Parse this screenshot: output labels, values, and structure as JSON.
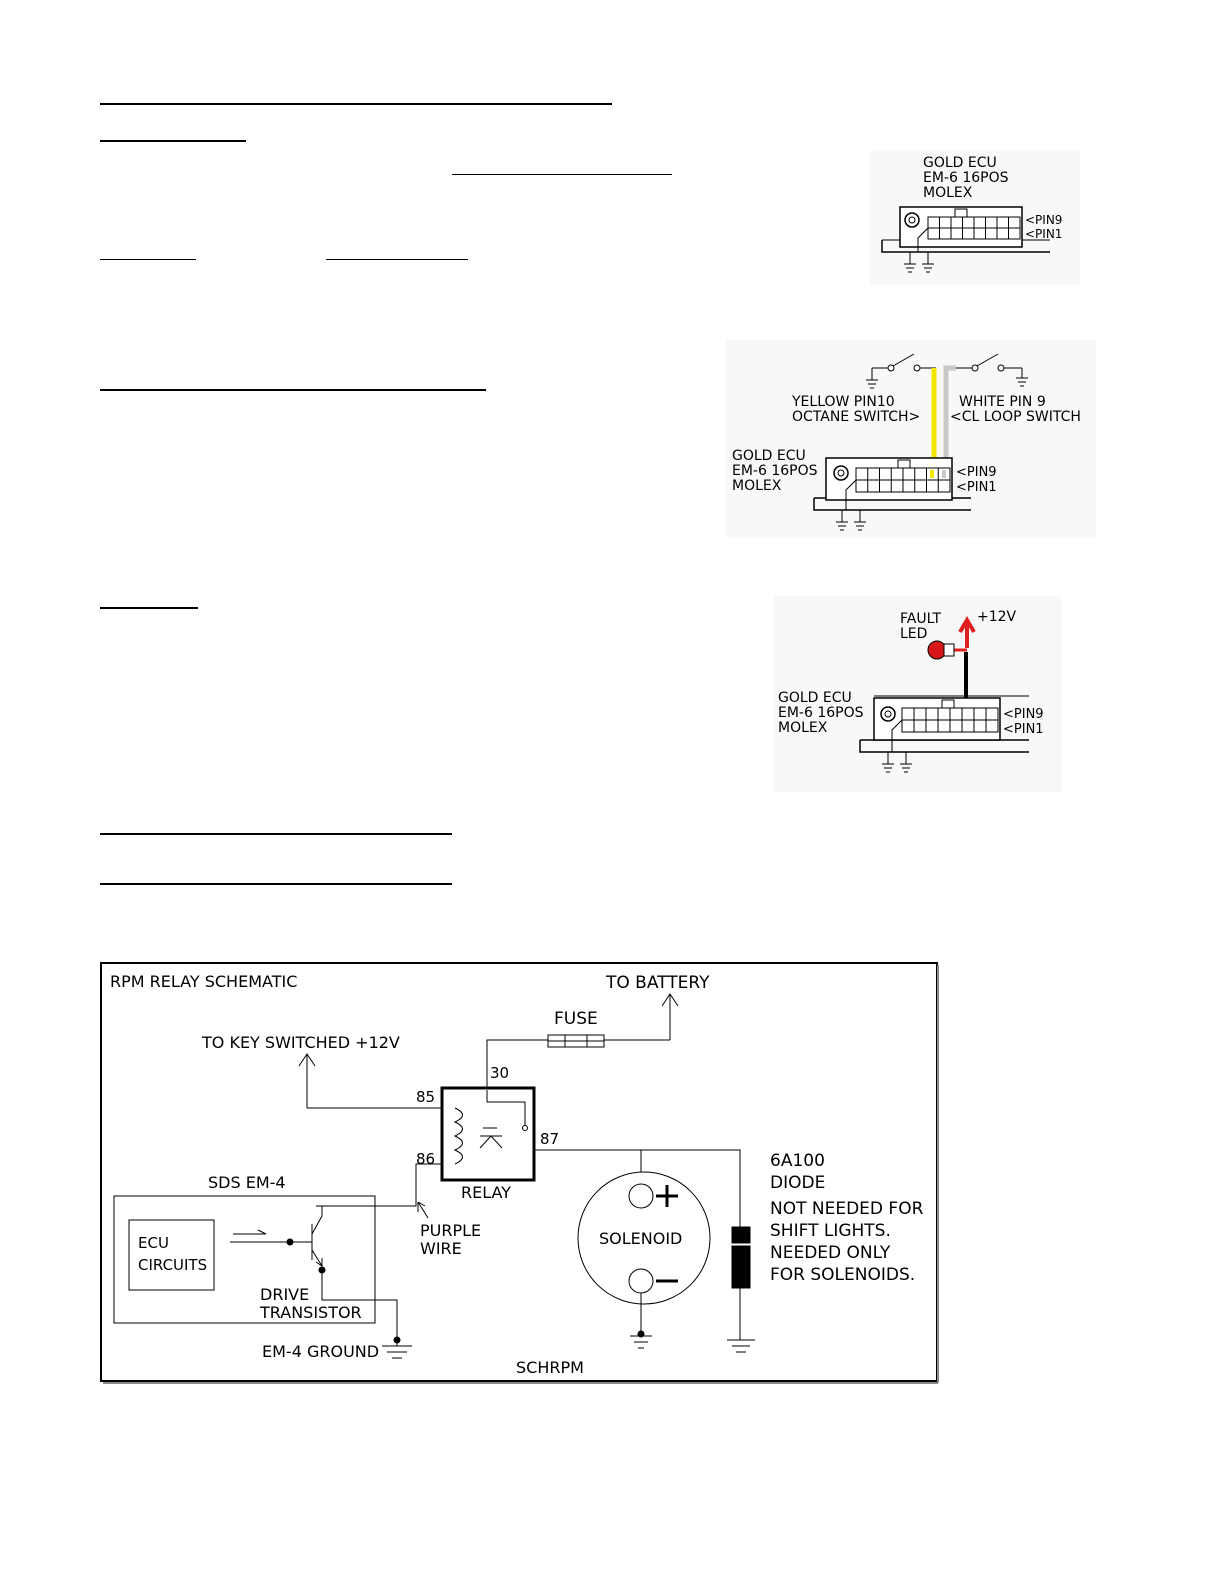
{
  "connector_diagram_1": {
    "ecu_label": [
      "GOLD ECU",
      "EM-6 16POS",
      "MOLEX"
    ],
    "pin9_label": "<PIN9",
    "pin1_label": "<PIN1"
  },
  "connector_diagram_2": {
    "yellow_label": [
      "YELLOW PIN10",
      "OCTANE SWITCH>"
    ],
    "white_label": [
      "WHITE PIN 9",
      "<CL LOOP SWITCH"
    ],
    "ecu_label": [
      "GOLD ECU",
      "EM-6 16POS",
      "MOLEX"
    ],
    "pin9_label": "<PIN9",
    "pin1_label": "<PIN1",
    "colors": {
      "yellow_wire": "#f2e600",
      "white_wire": "#c8c8c8"
    }
  },
  "connector_diagram_3": {
    "fault_label": [
      "FAULT",
      "LED"
    ],
    "supply_label": "+12V",
    "ecu_label": [
      "GOLD ECU",
      "EM-6 16POS",
      "MOLEX"
    ],
    "pin9_label": "<PIN9",
    "pin1_label": "<PIN1",
    "colors": {
      "led": "#d81818",
      "arrow": "#e02020"
    }
  },
  "schematic": {
    "title": "RPM  RELAY SCHEMATIC",
    "to_battery": "TO BATTERY",
    "fuse": "FUSE",
    "to_key": "TO KEY SWITCHED +12V",
    "pin30": "30",
    "pin85": "85",
    "pin86": "86",
    "pin87": "87",
    "relay": "RELAY",
    "sds": "SDS EM-4",
    "ecu_circuits": [
      "ECU",
      "CIRCUITS"
    ],
    "drive_transistor": [
      "DRIVE",
      "TRANSISTOR"
    ],
    "purple_wire": [
      "PURPLE",
      "WIRE"
    ],
    "solenoid": "SOLENOID",
    "diode_notes": [
      "6A100",
      "DIODE",
      "NOT NEEDED FOR",
      "SHIFT LIGHTS.",
      "NEEDED ONLY",
      "FOR SOLENOIDS."
    ],
    "em4_ground": "EM-4 GROUND",
    "footer": "SCHRPM"
  }
}
